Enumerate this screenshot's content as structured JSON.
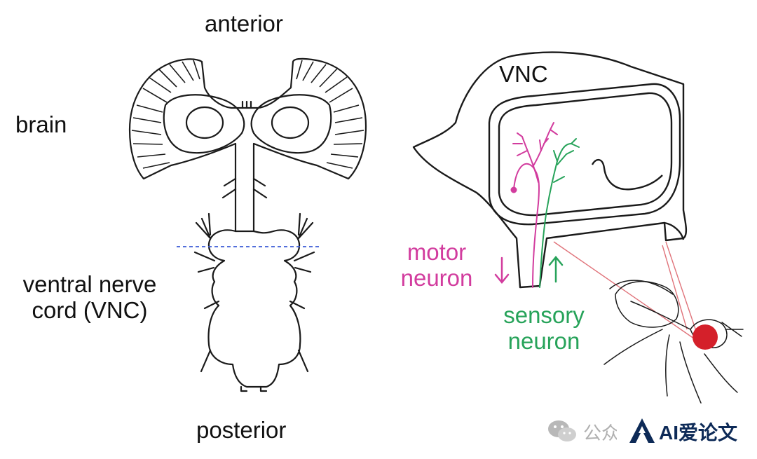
{
  "labels": {
    "anterior": "anterior",
    "brain": "brain",
    "vnc_line1": "ventral nerve",
    "vnc_line2": "cord (VNC)",
    "posterior": "posterior",
    "vnc_inset": "VNC",
    "motor_line1": "motor",
    "motor_line2": "neuron",
    "sensory_line1": "sensory",
    "sensory_line2": "neuron"
  },
  "watermark": {
    "partial_text": "公众",
    "brand_text": "AI爱论文"
  },
  "colors": {
    "outline": "#1a1a1a",
    "motor": "#d23c9e",
    "sensory": "#27a35a",
    "section_line": "#3b5bd6",
    "fly_eye": "#d4202a",
    "projection": "#e0737a",
    "watermark_brand": "#0d2a57"
  }
}
